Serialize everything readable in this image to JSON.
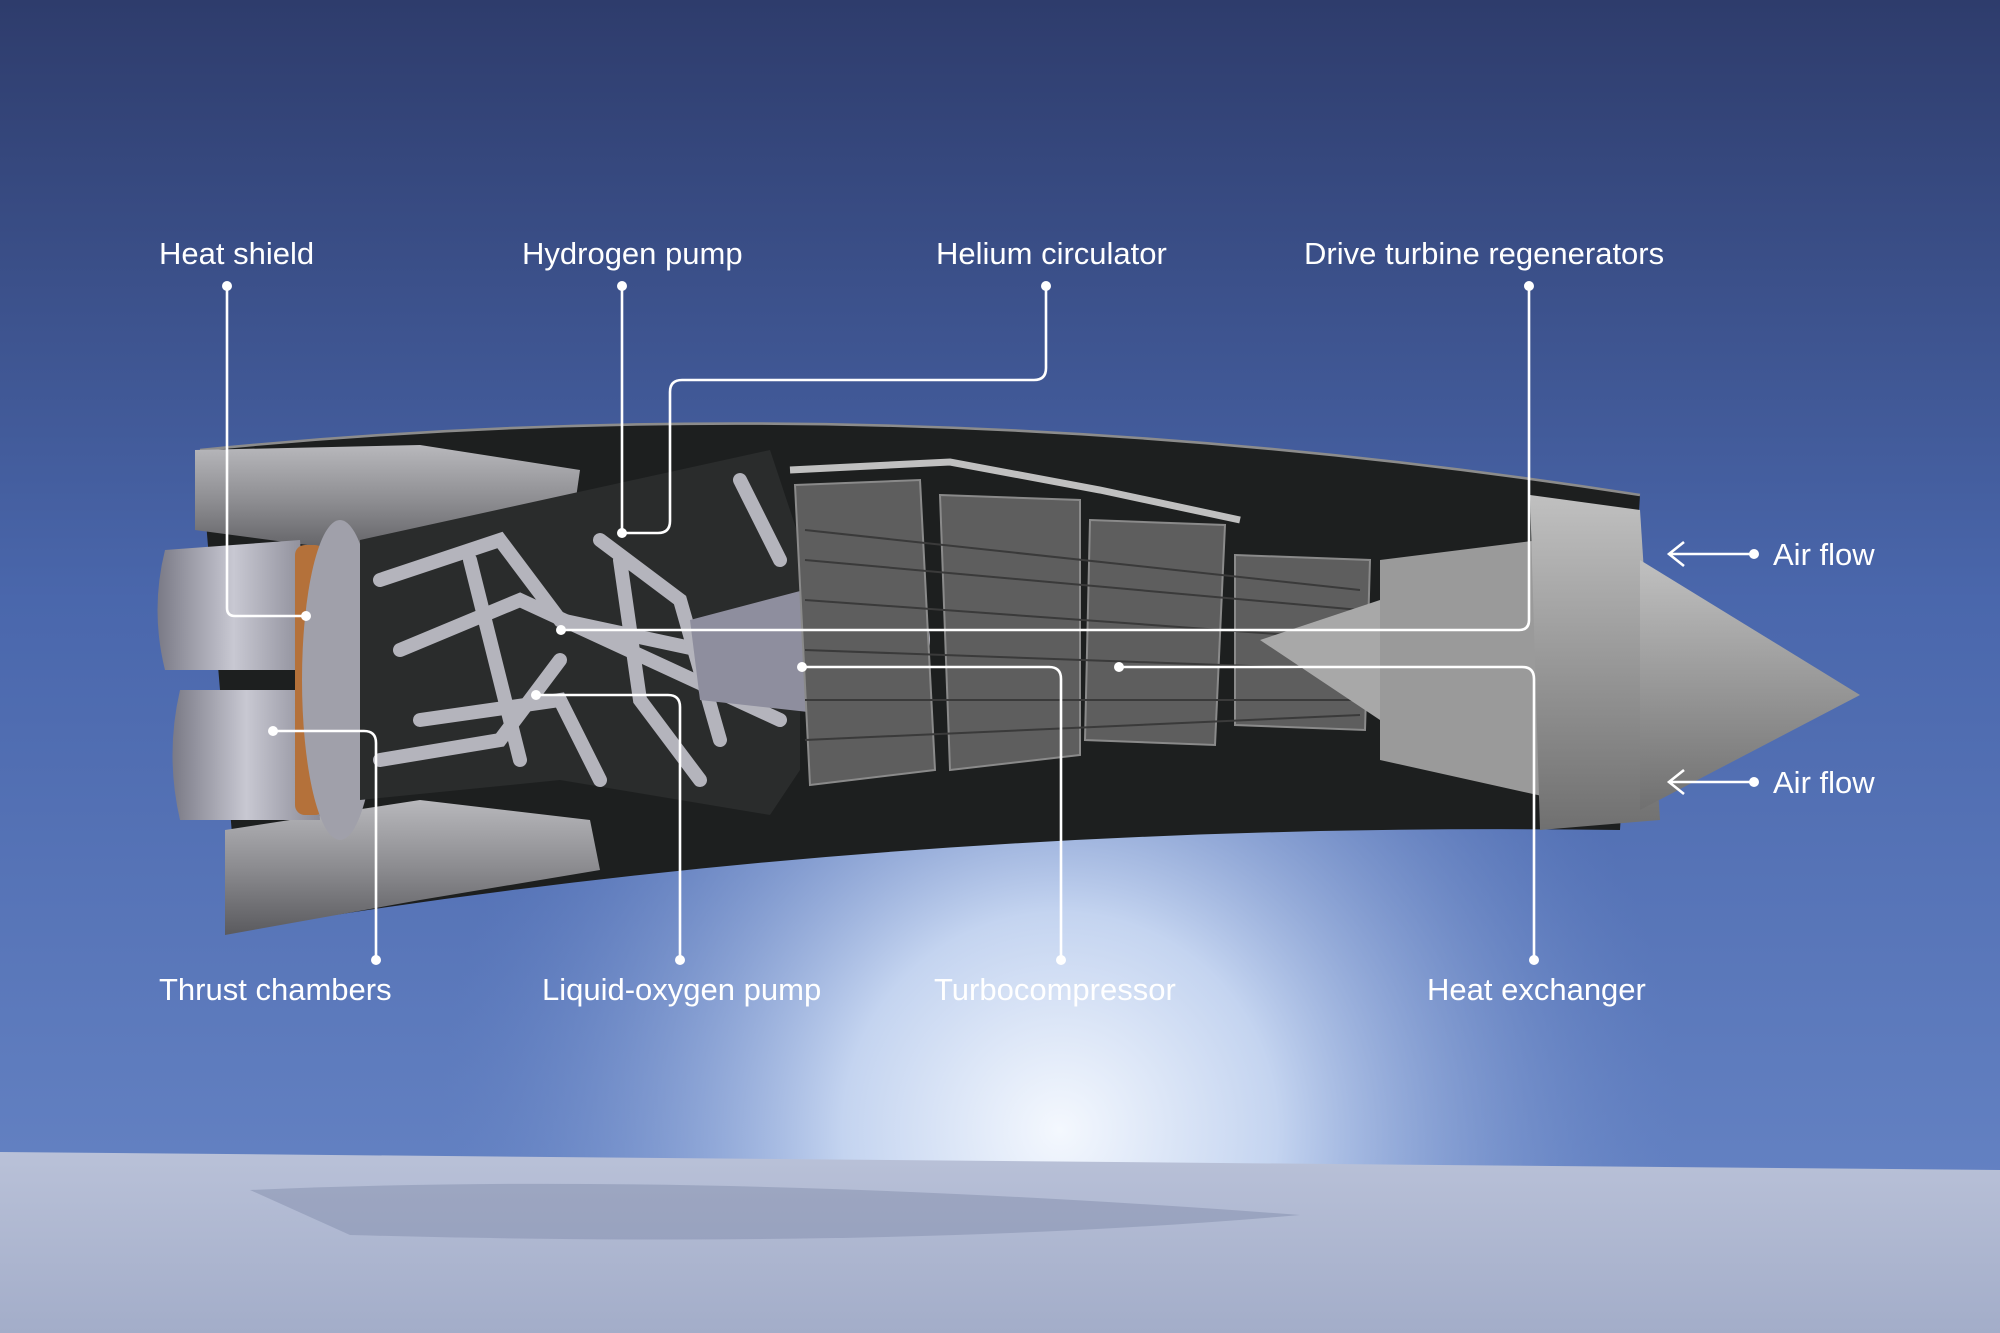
{
  "labels": {
    "heat_shield": "Heat shield",
    "hydrogen_pump": "Hydrogen pump",
    "helium_circulator": "Helium circulator",
    "drive_turbine_regenerators": "Drive turbine regenerators",
    "thrust_chambers": "Thrust chambers",
    "liquid_oxygen_pump": "Liquid-oxygen pump",
    "turbocompressor": "Turbocompressor",
    "heat_exchanger": "Heat exchanger",
    "air_flow_top": "Air flow",
    "air_flow_bottom": "Air flow"
  },
  "colors": {
    "sky_top": "#2e3c6c",
    "sky_mid": "#4a67ac",
    "glow": "#eef4fc",
    "ground": "#a9b2cc",
    "callout": "#ffffff"
  }
}
